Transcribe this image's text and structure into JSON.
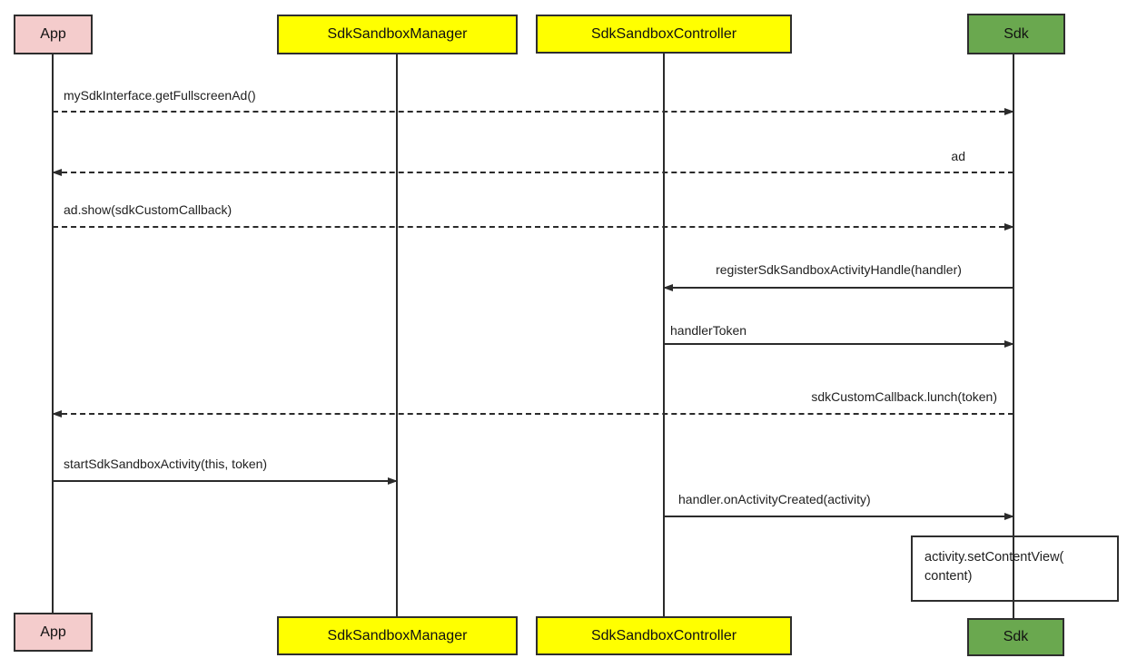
{
  "participants": [
    {
      "name": "App",
      "fill": "#f4cccc"
    },
    {
      "name": "SdkSandboxManager",
      "fill": "#ffff00"
    },
    {
      "name": "SdkSandboxController",
      "fill": "#ffff00"
    },
    {
      "name": "Sdk",
      "fill": "#6aa84f"
    }
  ],
  "messages": [
    {
      "text": "mySdkInterface.getFullscreenAd()",
      "from": "App",
      "to": "Sdk",
      "line": "dashed"
    },
    {
      "text": "ad",
      "from": "Sdk",
      "to": "App",
      "line": "dashed"
    },
    {
      "text": "ad.show(sdkCustomCallback)",
      "from": "App",
      "to": "Sdk",
      "line": "dashed"
    },
    {
      "text": "registerSdkSandboxActivityHandle(handler)",
      "from": "Sdk",
      "to": "SdkSandboxController",
      "line": "solid"
    },
    {
      "text": "handlerToken",
      "from": "SdkSandboxController",
      "to": "Sdk",
      "line": "solid"
    },
    {
      "text": "sdkCustomCallback.lunch(token)",
      "from": "Sdk",
      "to": "App",
      "line": "dashed"
    },
    {
      "text": "startSdkSandboxActivity(this, token)",
      "from": "App",
      "to": "SdkSandboxManager",
      "line": "solid"
    },
    {
      "text": "handler.onActivityCreated(activity)",
      "from": "SdkSandboxController",
      "to": "Sdk",
      "line": "solid"
    }
  ],
  "note": {
    "line1": "activity.setContentView(",
    "line2": "content)",
    "attached_to": "Sdk"
  },
  "colors": {
    "app_fill": "#f4cccc",
    "manager_fill": "#ffff00",
    "controller_fill": "#ffff00",
    "sdk_fill": "#6aa84f",
    "line": "#2b2b2b",
    "background": "#ffffff"
  }
}
